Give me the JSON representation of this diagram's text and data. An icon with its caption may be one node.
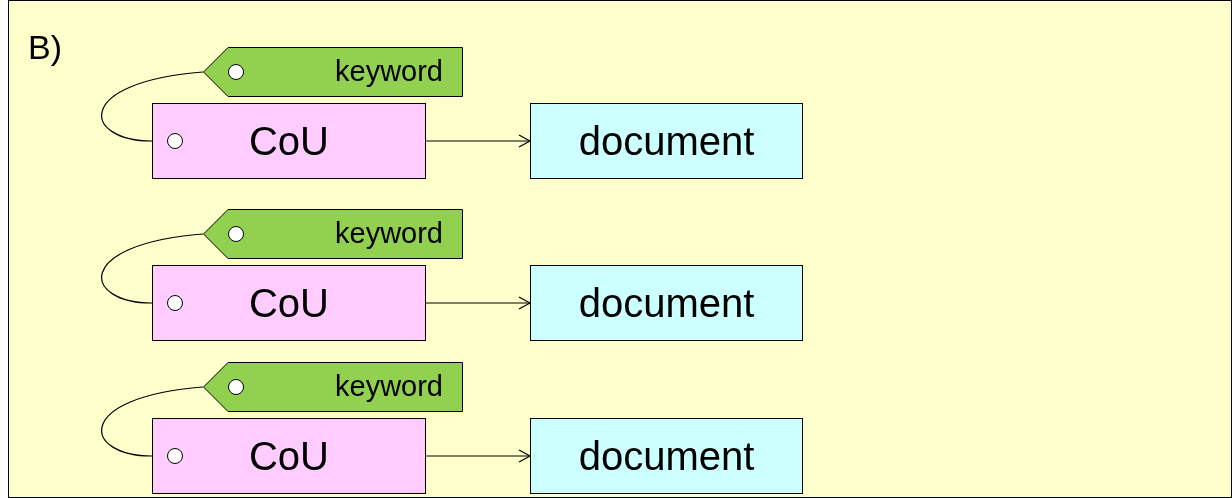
{
  "diagram": {
    "nodes": [
      {
        "text": [
          "keyword"
        ]
      },
      {
        "text": [
          "CoU"
        ]
      },
      {
        "text": [
          "document"
        ]
      },
      {
        "text": [
          "keyword"
        ]
      },
      {
        "text": [
          "CoU"
        ]
      },
      {
        "text": [
          "document"
        ]
      },
      {
        "text": [
          "keyword"
        ]
      },
      {
        "text": [
          "CoU"
        ]
      },
      {
        "text": [
          "document"
        ]
      }
    ],
    "edges": [
      {
        "from": 0,
        "to": 1,
        "arrow": "none"
      },
      {
        "from": 1,
        "to": 2,
        "arrow": "to"
      },
      {
        "from": 3,
        "to": 4,
        "arrow": "none"
      },
      {
        "from": 4,
        "to": 5,
        "arrow": "to"
      },
      {
        "from": 6,
        "to": 7,
        "arrow": "none"
      },
      {
        "from": 7,
        "to": 8,
        "arrow": "to"
      }
    ],
    "labels": [
      "B)"
    ]
  }
}
